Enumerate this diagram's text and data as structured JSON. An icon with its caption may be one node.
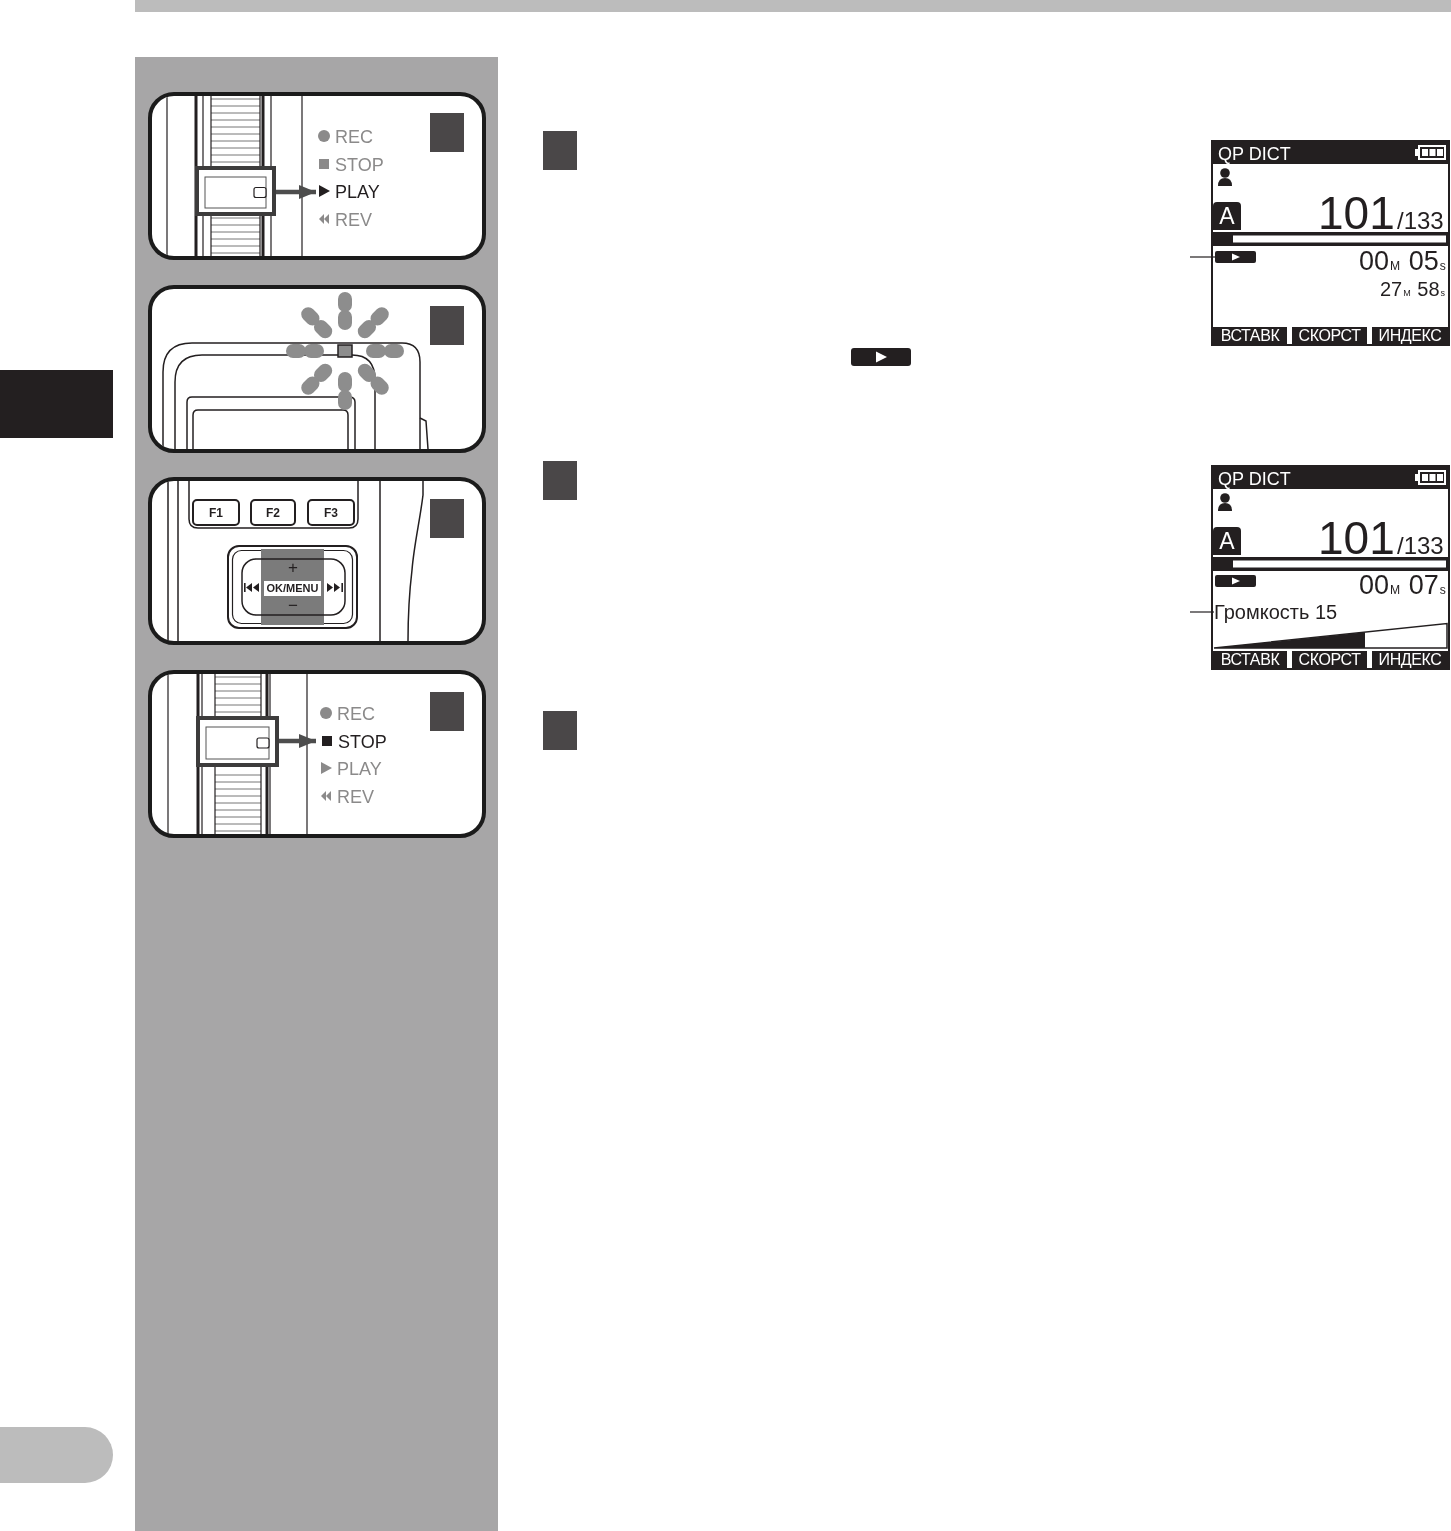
{
  "diagram": {
    "nodes": [
      {
        "text": [
          "REC",
          "STOP",
          "REV"
        ]
      },
      {
        "text": [],
        "shape": "box",
        "in": 0
      },
      {
        "text": [
          "PLAY"
        ],
        "in": 0
      },
      {
        "text": [],
        "shape": "box"
      },
      {
        "text": [],
        "shape": "box"
      },
      {
        "text": [
          "F1"
        ],
        "in": 4
      },
      {
        "text": [
          "F2"
        ],
        "in": 4
      },
      {
        "text": [
          "F3"
        ],
        "in": 4
      },
      {
        "text": [
          "+",
          "OK/MENU",
          "−"
        ],
        "in": 4
      },
      {
        "text": [
          "REC",
          "PLAY",
          "REV"
        ]
      },
      {
        "text": [],
        "shape": "box",
        "in": 9
      },
      {
        "text": [
          "STOP"
        ],
        "in": 9
      },
      {
        "text": [
          "101",
          "/133",
          "00$_{M}$ 05$_{s}$",
          "27$_{M}$ 58$_{s}$"
        ]
      },
      {
        "text": [
          "QP DICT"
        ],
        "in": 12
      },
      {
        "text": [
          "A"
        ],
        "in": 12
      },
      {
        "text": [],
        "shape": "box",
        "in": 12
      },
      {
        "text": [
          "ВСТАВК"
        ],
        "in": 12
      },
      {
        "text": [
          "СКОРСТ"
        ],
        "in": 12
      },
      {
        "text": [
          "ИНДЕКС"
        ],
        "in": 12
      },
      {
        "text": [
          "101",
          "/133",
          "00$_{M}$ 07$_{s}$"
        ]
      },
      {
        "text": [
          "QP DICT"
        ],
        "in": 19
      },
      {
        "text": [
          "A"
        ],
        "in": 19
      },
      {
        "text": [
          "Громкость 15"
        ],
        "in": 19
      },
      {
        "text": [
          "ВСТАВК"
        ],
        "in": 19
      },
      {
        "text": [
          "СКОРСТ"
        ],
        "in": 19
      },
      {
        "text": [
          "ИНДЕКС"
        ],
        "in": 19
      },
      {
        "text": [],
        "shape": "box"
      },
      {
        "text": [],
        "shape": "box"
      }
    ],
    "edges": [
      {
        "from": 1,
        "to": 2,
        "arrow": "to",
        "style": "thick",
        "color": "#4d4d4d"
      },
      {
        "from": 10,
        "to": 11,
        "arrow": "to",
        "style": "thick",
        "color": "#4d4d4d"
      },
      {
        "from": null,
        "to": 15,
        "arrow": "none"
      },
      {
        "from": null,
        "to": 22,
        "arrow": "none"
      }
    ]
  }
}
